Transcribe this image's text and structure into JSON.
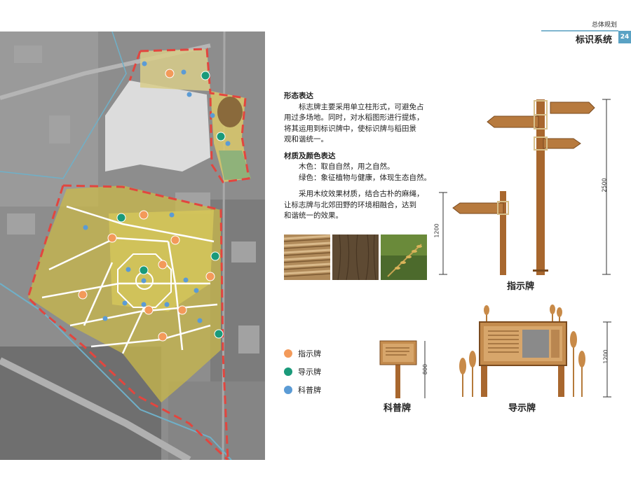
{
  "header": {
    "section": "总体规划",
    "title": "标识系统",
    "page_number": "24",
    "accent_color": "#5aa2c4"
  },
  "text": {
    "heading_form": "形态表达",
    "form_line1": "　　标志牌主要采用单立柱形式，可避免占",
    "form_line2": "用过多场地。同时，对水稻图形进行提炼，",
    "form_line3": "将其运用到标识牌中，使标识牌与稻田景",
    "form_line4": "观和谐统一。",
    "heading_material": "材质及颜色表达",
    "material_wood": "　　木色：取自自然，用之自然。",
    "material_green": "　　绿色：象征植物与健康，体现生态自然。",
    "texture_line1": "　　采用木纹效果材质，结合古朴的麻绳，",
    "texture_line2": "让标志牌与北郊田野的环境相融合，达到",
    "texture_line3": "和谐统一的效果。"
  },
  "legend": [
    {
      "label": "指示牌",
      "color": "#f39a5a"
    },
    {
      "label": "导示牌",
      "color": "#1a9a7a"
    },
    {
      "label": "科普牌",
      "color": "#5b9bd5"
    }
  ],
  "signs": {
    "directional": {
      "label": "指示牌",
      "height_tall": "2500",
      "height_short": "1200"
    },
    "science": {
      "label": "科普牌",
      "height": "800"
    },
    "guide": {
      "label": "导示牌",
      "height": "1200"
    }
  }
}
